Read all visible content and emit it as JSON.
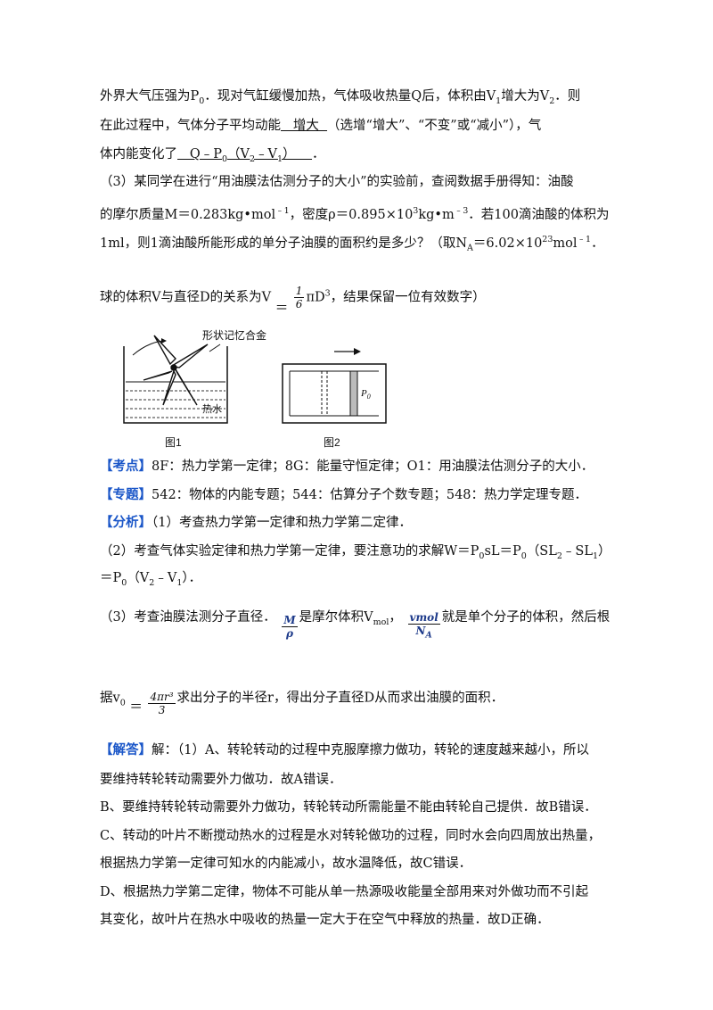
{
  "p1": {
    "l1a": "外界大气压强为P",
    "l1a_sub": "0",
    "l1b": "．现对气缸缓慢加热，气体吸收热量Q后，体积由V",
    "l1b_sub": "1",
    "l1c": "增大为V",
    "l1c_sub": "2",
    "l1d": "．则",
    "l2a": "在此过程中，气体分子平均动能",
    "l2_answer": "   增大  ",
    "l2b": "（选增“增大”、“不变”或“减小”），气",
    "l3a": "体内能变化了",
    "l3_answer_a": "   Q﹣P",
    "l3_answer_sub0": "0",
    "l3_answer_b": "（V",
    "l3_answer_sub2": "2",
    "l3_answer_c": "﹣V",
    "l3_answer_sub1": "1",
    "l3_answer_d": "）    ",
    "l3b": "．"
  },
  "p2": {
    "l1": "（3）某同学在进行“用油膜法估测分子的大小”的实验前，查阅数据手册得知：油酸",
    "l2a": "的摩尔质量M＝0.283kg•mol",
    "l2a_sup": "﹣1",
    "l2b": "，密度ρ＝0.895×10",
    "l2b_sup": "3",
    "l2c": "kg•m",
    "l2c_sup": "﹣3",
    "l2d": "．若100滴油酸的体积为",
    "l3a": "1ml，则1滴油酸所能形成的单分子油膜的面积约是多少？（取N",
    "l3a_sub": "A",
    "l3b": "＝6.02×10",
    "l3b_sup": "23",
    "l3c": "mol",
    "l3c_sup": "﹣1",
    "l3d": "．",
    "l4a": "球的体积V与直径D的关系为V",
    "l4_eq": "＝",
    "l4_frac_num": "1",
    "l4_frac_den": "6",
    "l4b": "πD",
    "l4b_sup": "3",
    "l4c": "，结果保留一位有效数字）"
  },
  "figures": {
    "label_alloy": "形状记忆合金",
    "label_water": "热水",
    "label_p0": "P",
    "label_p0_sub": "0",
    "caption1": "图1",
    "caption2": "图2"
  },
  "solution": {
    "kaodian_tag": "【考点】",
    "kaodian": "8F：热力学第一定律；8G：能量守恒定律；O1：用油膜法估测分子的大小．",
    "zhuanti_tag": "【专题】",
    "zhuanti": "542：物体的内能专题；544：估算分子个数专题；548：热力学定理专题．",
    "fenxi_tag": "【分析】",
    "fenxi1": "（1）考查热力学第一定律和热力学第二定律．",
    "fenxi2a": "（2）考查气体实验定律和热力学第一定律，要注意功的求解W＝P",
    "fenxi2a_s1": "0",
    "fenxi2b": "sL＝P",
    "fenxi2b_s1": "0",
    "fenxi2c": "（SL",
    "fenxi2c_s1": "2",
    "fenxi2d": "﹣SL",
    "fenxi2d_s1": "1",
    "fenxi2e": "）",
    "fenxi3a": "＝P",
    "fenxi3a_s": "0",
    "fenxi3b": "（V",
    "fenxi3b_s": "2",
    "fenxi3c": "﹣V",
    "fenxi3c_s": "1",
    "fenxi3d": "）．",
    "fenxi4a": "（3）考查油膜法测分子直径．",
    "fenxi4_f1_num": "M",
    "fenxi4_f1_den": "ρ",
    "fenxi4b": "是摩尔体积V",
    "fenxi4b_sub": "mol",
    "fenxi4c": "，",
    "fenxi4_f2_num": "vmol",
    "fenxi4_f2_den": "N",
    "fenxi4_f2_den_sub": "A",
    "fenxi4d": "就是单个分子的体积，然后根",
    "fenxi5a": "据v",
    "fenxi5a_sub": "0",
    "fenxi5_eq": "＝",
    "fenxi5_f_num": "4πr³",
    "fenxi5_f_den": "3",
    "fenxi5b": "求出分子的半径r，得出分子直径D从而求出油膜的面积．",
    "jieda_tag": "【解答】",
    "jieda1": "解：（1）A、转轮转动的过程中克服摩擦力做功，转轮的速度越来越小，所以",
    "jieda2": "要维持转轮转动需要外力做功．故A错误．",
    "jieda3": "B、要维持转轮转动需要外力做功，转轮转动所需能量不能由转轮自己提供．故B错误．",
    "jieda4": "C、转动的叶片不断搅动热水的过程是水对转轮做功的过程，同时水会向四周放出热量，",
    "jieda5": "根据热力学第一定律可知水的内能减小，故水温降低，故C错误．",
    "jieda6": "D、根据热力学第二定律，物体不可能从单一热源吸收能量全部用来对外做功而不引起",
    "jieda7": "其变化，故叶片在热水中吸收的热量一定大于在空气中释放的热量．故D正确．"
  }
}
